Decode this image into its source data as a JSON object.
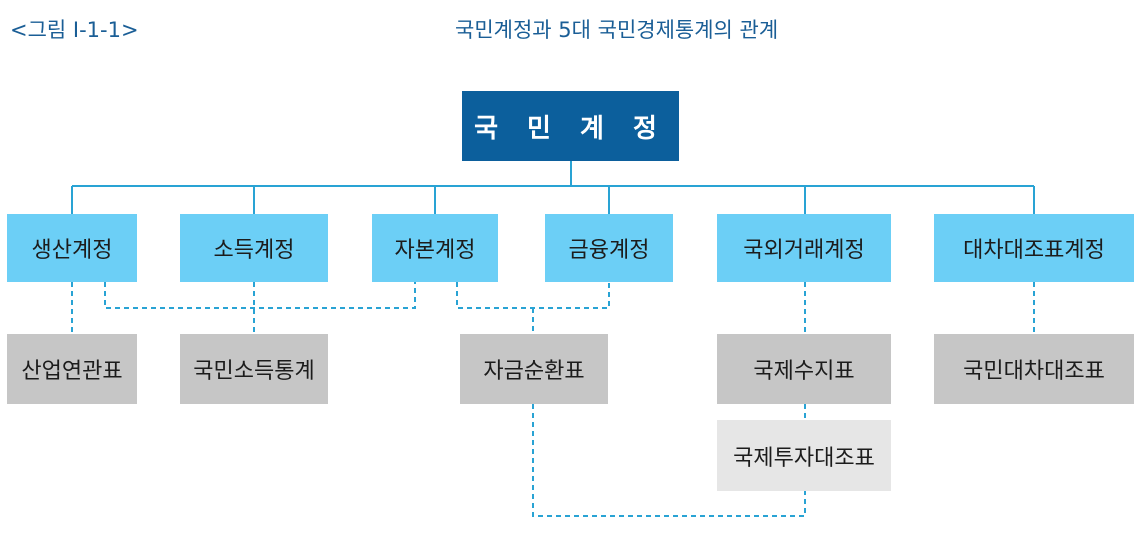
{
  "figure": {
    "number": "<그림 Ⅰ-1-1>",
    "title": "국민계정과 5대 국민경제통계의 관계"
  },
  "root": {
    "label": "국 민 계 정"
  },
  "accounts": [
    {
      "label": "생산계정"
    },
    {
      "label": "소득계정"
    },
    {
      "label": "자본계정"
    },
    {
      "label": "금융계정"
    },
    {
      "label": "국외거래계정"
    },
    {
      "label": "대차대조표계정"
    }
  ],
  "statistics": [
    {
      "label": "산업연관표"
    },
    {
      "label": "국민소득통계"
    },
    {
      "label": "자금순환표"
    },
    {
      "label": "국제수지표"
    },
    {
      "label": "국제투자대조표"
    },
    {
      "label": "국민대차대조표"
    }
  ],
  "colors": {
    "root": "#0c5f9c",
    "account": "#6ccff6",
    "statistic": "#c6c6c6",
    "statistic_light": "#e6e6e6",
    "connector": "#29a3d4",
    "title_text": "#1a5e96"
  }
}
